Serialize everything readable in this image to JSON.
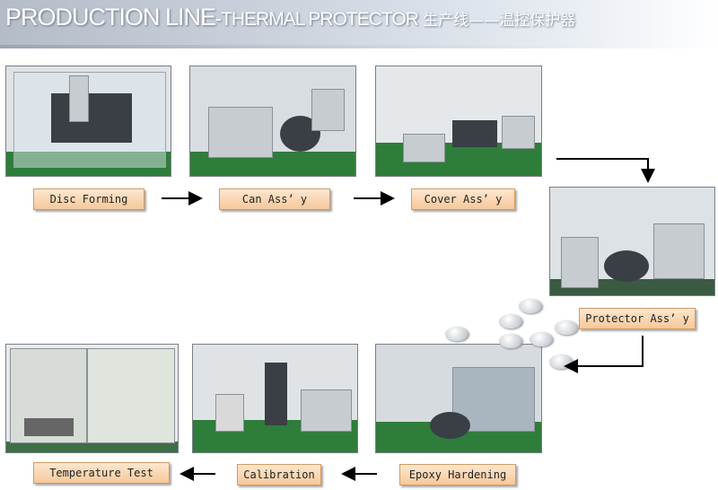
{
  "header": {
    "title_main": "PRODUCTION LINE",
    "title_sub": "-THERMAL PROTECTOR",
    "title_cn": " 生产线——温控保护器"
  },
  "steps": [
    {
      "label": "Disc Forming"
    },
    {
      "label": "Can Ass’ y"
    },
    {
      "label": "Cover Ass’ y"
    },
    {
      "label": "Protector Ass’ y"
    },
    {
      "label": "Epoxy Hardening"
    },
    {
      "label": "Calibration"
    },
    {
      "label": "Temperature Test"
    }
  ],
  "colors": {
    "label_fill": "#f9d6b1",
    "label_border": "#d39a62",
    "arrow": "#000000",
    "floor": "#2f7d3a"
  }
}
